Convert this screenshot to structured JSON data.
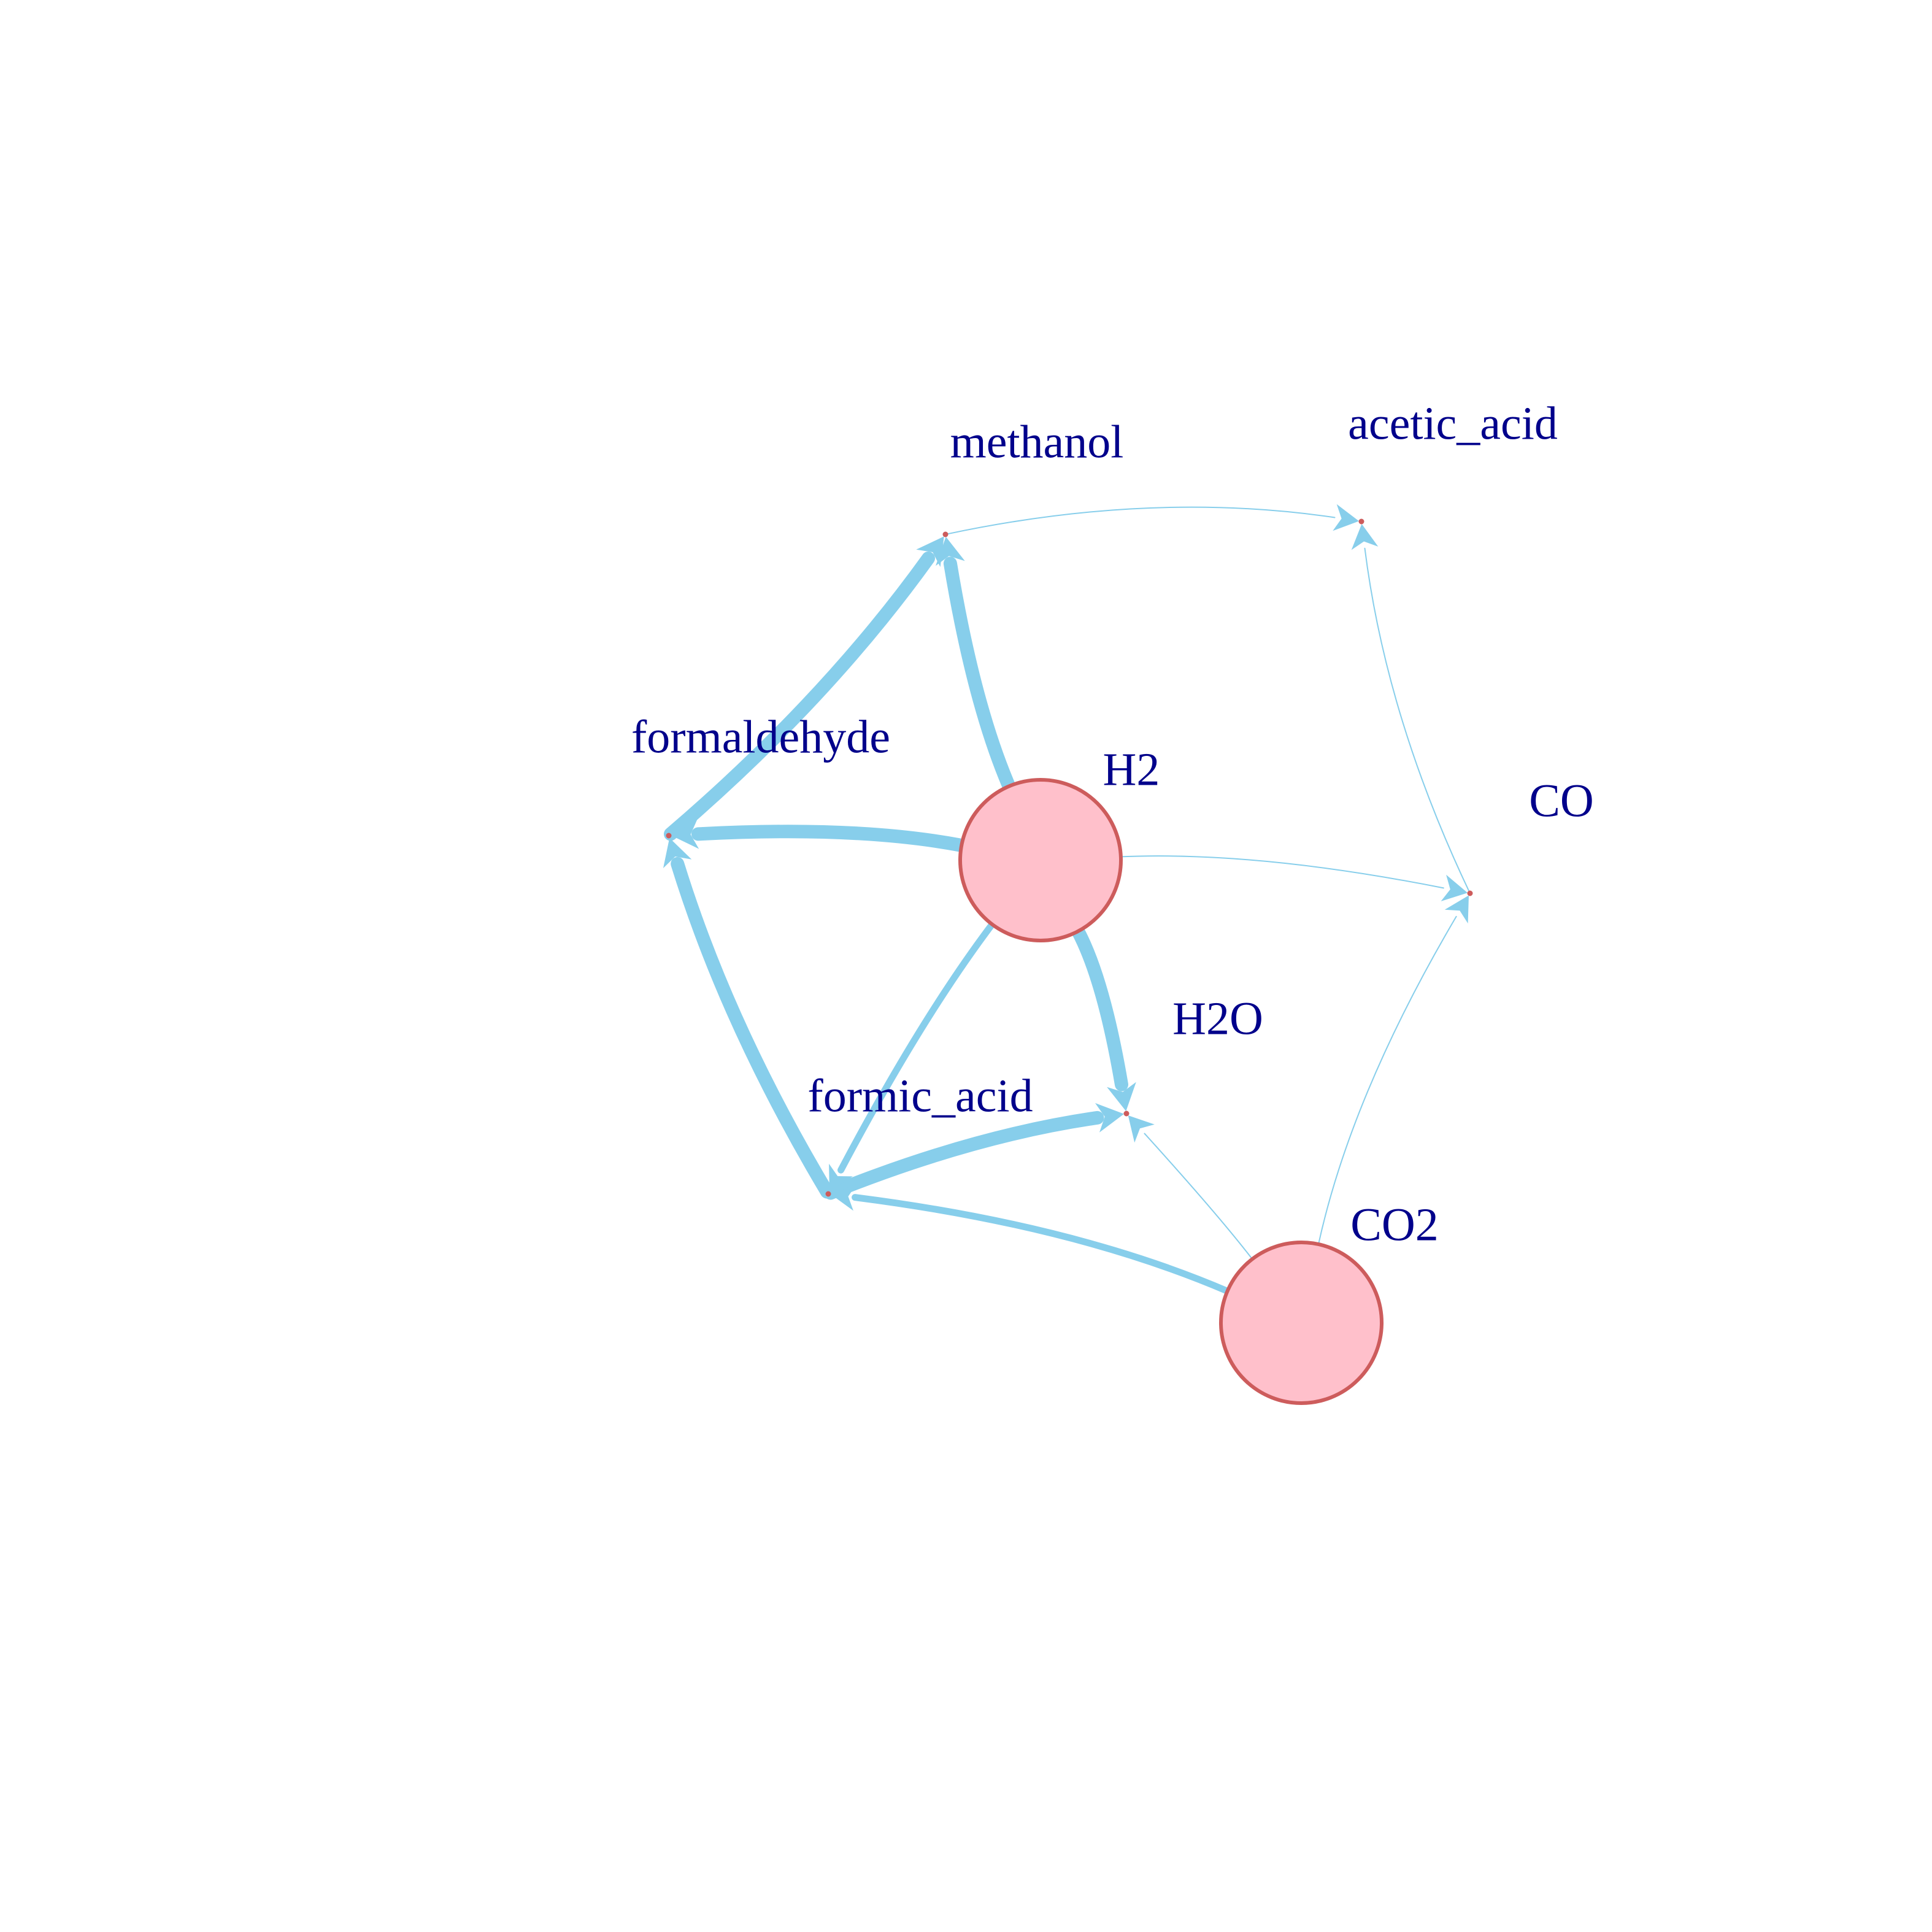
{
  "graph": {
    "label_color": "#00008B",
    "edge_color": "#87CEEB",
    "node_fill": "#FFC0CB",
    "node_stroke": "#CD5C5C",
    "nodes": [
      {
        "id": "H2",
        "label": "H2",
        "kind": "large"
      },
      {
        "id": "CO2",
        "label": "CO2",
        "kind": "large"
      },
      {
        "id": "methanol",
        "label": "methanol",
        "kind": "small"
      },
      {
        "id": "acetic_acid",
        "label": "acetic_acid",
        "kind": "small"
      },
      {
        "id": "formaldehyde",
        "label": "formaldehyde",
        "kind": "small"
      },
      {
        "id": "CO",
        "label": "CO",
        "kind": "small"
      },
      {
        "id": "H2O",
        "label": "H2O",
        "kind": "small"
      },
      {
        "id": "formic_acid",
        "label": "formic_acid",
        "kind": "small"
      }
    ],
    "edges": [
      {
        "from": "formaldehyde",
        "to": "methanol",
        "weight": "heavy"
      },
      {
        "from": "H2",
        "to": "methanol",
        "weight": "heavy"
      },
      {
        "from": "H2",
        "to": "formaldehyde",
        "weight": "heavy"
      },
      {
        "from": "formic_acid",
        "to": "formaldehyde",
        "weight": "heavy"
      },
      {
        "from": "formic_acid",
        "to": "H2O",
        "weight": "heavy"
      },
      {
        "from": "H2",
        "to": "H2O",
        "weight": "heavy"
      },
      {
        "from": "H2",
        "to": "formic_acid",
        "weight": "medium"
      },
      {
        "from": "CO2",
        "to": "formic_acid",
        "weight": "medium"
      },
      {
        "from": "methanol",
        "to": "acetic_acid",
        "weight": "light"
      },
      {
        "from": "CO",
        "to": "acetic_acid",
        "weight": "light"
      },
      {
        "from": "H2",
        "to": "CO",
        "weight": "light"
      },
      {
        "from": "CO2",
        "to": "CO",
        "weight": "light"
      },
      {
        "from": "CO2",
        "to": "H2O",
        "weight": "light"
      }
    ]
  }
}
